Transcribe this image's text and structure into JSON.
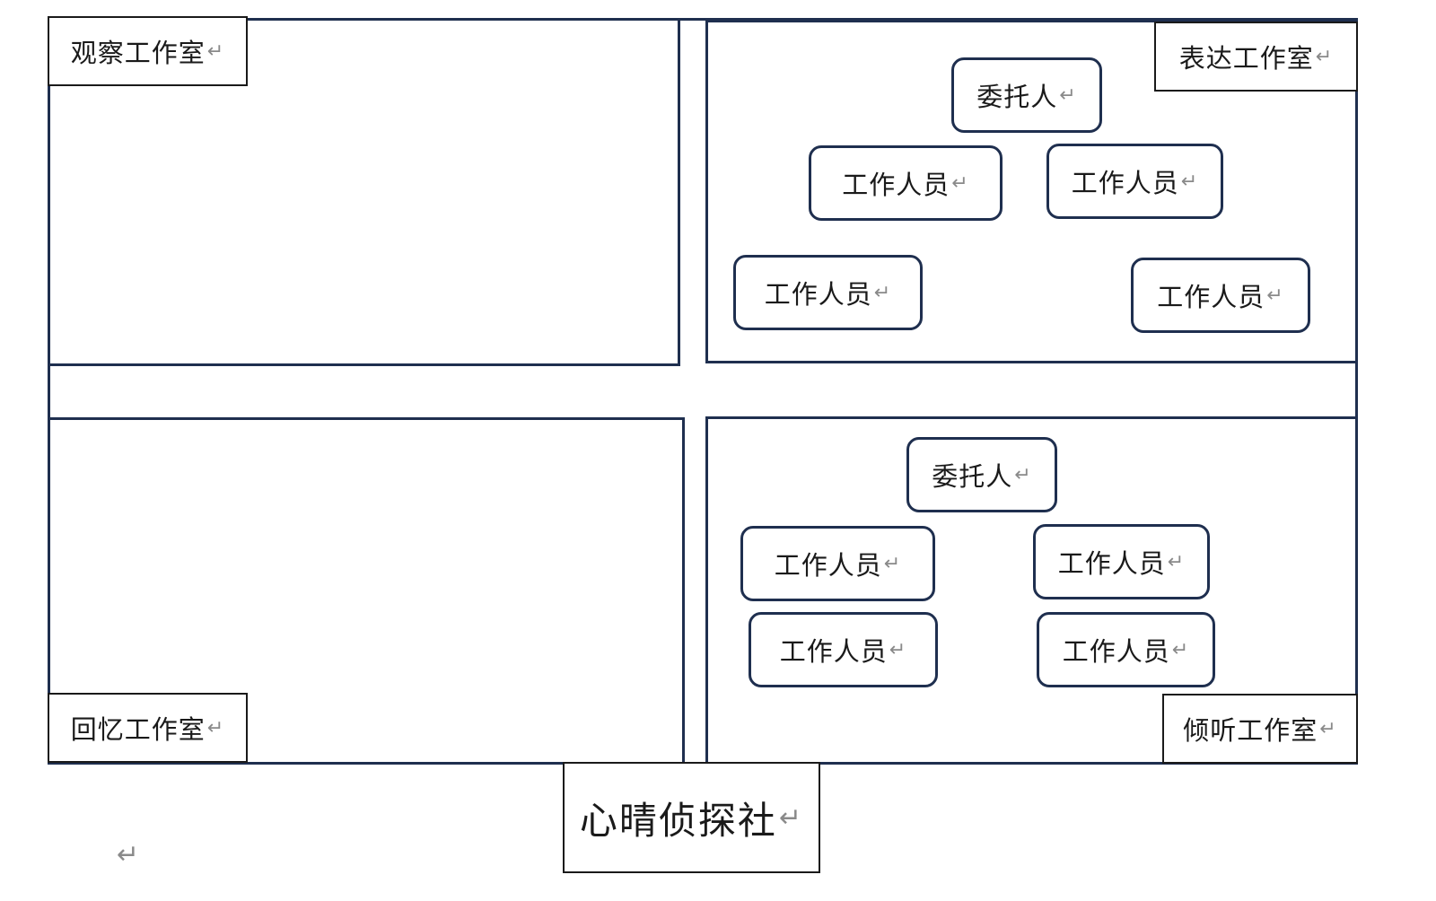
{
  "return_mark": "↵",
  "observe_room": {
    "label": "观察工作室"
  },
  "express_room": {
    "label": "表达工作室",
    "client": "委托人",
    "staff": [
      "工作人员",
      "工作人员",
      "工作人员",
      "工作人员"
    ]
  },
  "recall_room": {
    "label": "回忆工作室"
  },
  "listen_room": {
    "label": "倾听工作室",
    "client": "委托人",
    "staff": [
      "工作人员",
      "工作人员",
      "工作人员",
      "工作人员"
    ]
  },
  "title": "心晴侦探社",
  "colors": {
    "border": "#1f2f4f",
    "text": "#1a1a1a",
    "return_mark": "#8a8a8a"
  }
}
